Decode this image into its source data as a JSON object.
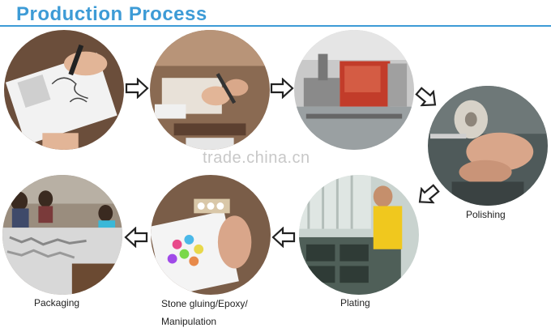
{
  "header": {
    "title": "Production Process"
  },
  "watermark": "trade.china.cn",
  "steps": [
    {
      "label": "Polishing"
    },
    {
      "label": "Plating"
    },
    {
      "label_line1": "Stone gluing/Epoxy/",
      "label_line2": "Manipulation"
    },
    {
      "label": "Packaging"
    }
  ],
  "colors": {
    "accent": "#3d9bd6",
    "arrow": "#222222"
  }
}
